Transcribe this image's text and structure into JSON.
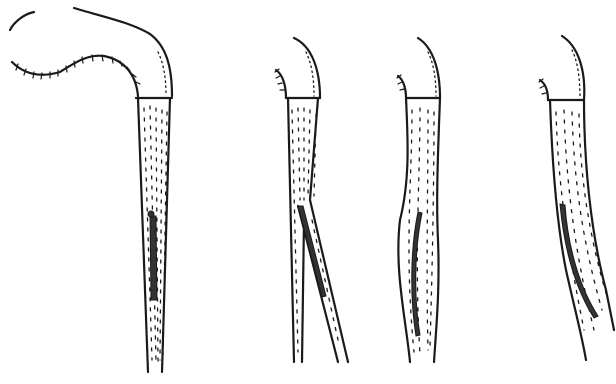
{
  "figure": {
    "panels": [
      {
        "id": "femur-full",
        "implant": "intramedullary-rod-straight"
      },
      {
        "id": "split-bone",
        "implant": "diverging-fragment"
      },
      {
        "id": "bowed-bone",
        "implant": "curved-rod"
      },
      {
        "id": "angled-bone",
        "implant": "curved-rod-oblique"
      }
    ],
    "colors": {
      "ink": "#1a1a1a",
      "implant": "#333333",
      "background": "#ffffff"
    }
  }
}
